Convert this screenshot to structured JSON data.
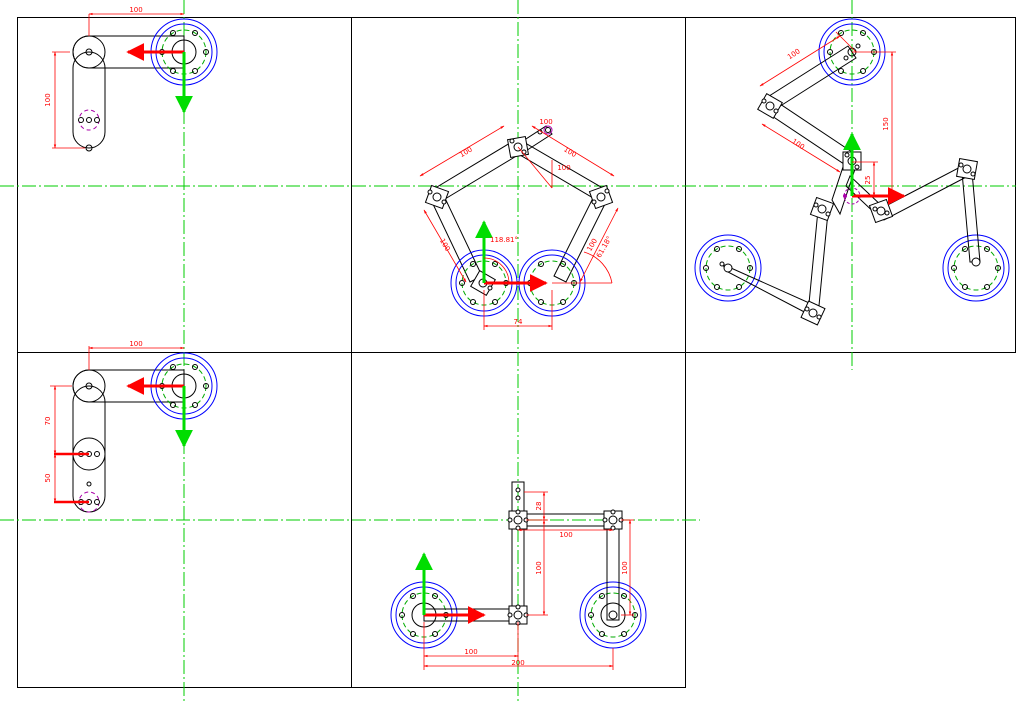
{
  "colors": {
    "background": "#ffffff",
    "frame": "#000000",
    "part_outline": "#000000",
    "dimension": "#ff0000",
    "centerline": "#00cc00",
    "flange_outer": "#0000ff",
    "bolt_circle": "#00aa00",
    "arrow_x": "#ff0000",
    "arrow_y": "#00dd00",
    "pin_marker": "#aa00aa"
  },
  "views": [
    {
      "name": "view-1",
      "dimensions": [
        "100",
        "100"
      ]
    },
    {
      "name": "view-2",
      "dimensions": [
        "100",
        "100",
        "100",
        "100",
        "100",
        "100",
        "74",
        "118.81°",
        "61.18°"
      ]
    },
    {
      "name": "view-3",
      "dimensions": [
        "100",
        "100",
        "150",
        "25"
      ]
    },
    {
      "name": "view-4",
      "dimensions": [
        "100",
        "70",
        "50"
      ]
    },
    {
      "name": "view-5",
      "dimensions": [
        "28",
        "100",
        "100",
        "100",
        "100",
        "200"
      ]
    }
  ]
}
